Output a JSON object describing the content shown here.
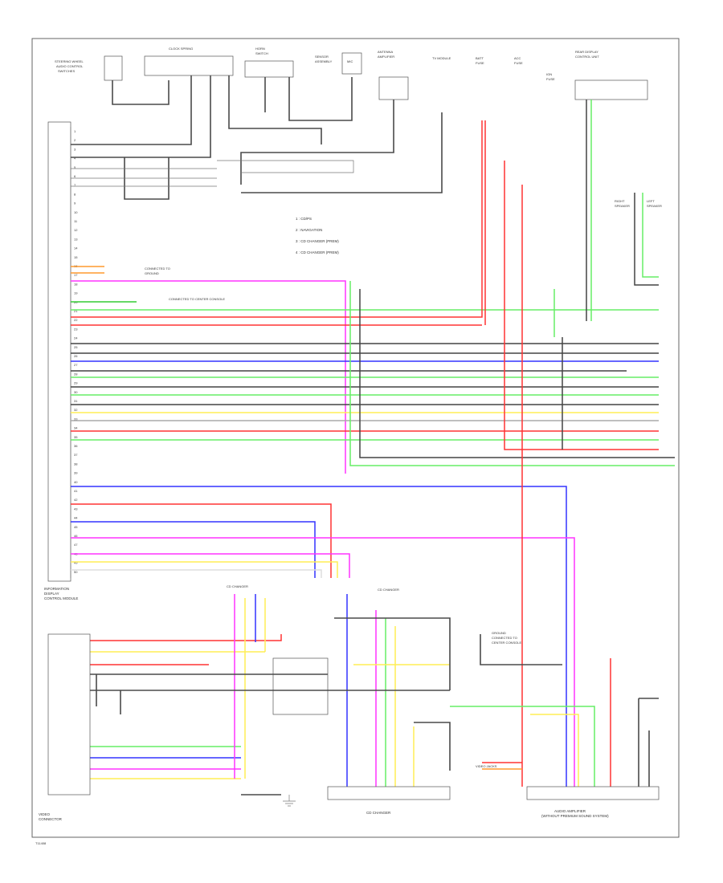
{
  "footer": {
    "code": "T11408"
  },
  "modules": {
    "control_module": [
      "INFORMATION",
      "DISPLAY",
      "CONTROL MODULE"
    ],
    "video_connector": [
      "VIDEO",
      "CONNECTOR"
    ],
    "cd_changer": "CD CHANGER",
    "amplifier": [
      "AUDIO AMPLIFIER",
      "(WITHOUT PREMIUM SOUND SYSTEM)"
    ]
  },
  "legend": [
    "1 : CD/PS",
    "2 : NAVIGATION",
    "3 : CD CHANGER (PREM)",
    "4 : CD CHANGER (PREM)"
  ],
  "top_components": {
    "steering_switch": [
      "STEERING WHEEL",
      "AUDIO CONTROL",
      "SWITCHES"
    ],
    "clockspring": [
      "CLOCK SPRING"
    ],
    "horn_switch": [
      "HORN",
      "SWITCH"
    ],
    "sensor": [
      "SENSOR",
      "ASSEMBLY"
    ],
    "mic": [
      "MIC"
    ],
    "antenna": [
      "ANTENNA",
      "AMPLIFIER"
    ],
    "tv_module": [
      "TV MODULE"
    ],
    "fuse_a": [
      "BATT",
      "FUSE"
    ],
    "fuse_b": [
      "ACC",
      "FUSE"
    ],
    "fuse_c": [
      "IGN",
      "FUSE"
    ],
    "rear_display": [
      "REAR DISPLAY",
      "CONTROL UNIT"
    ]
  },
  "notes": {
    "ground_tv": [
      "CONNECTED TO",
      "GROUND"
    ],
    "connector_center": [
      "CONNECTED TO CENTER CONSOLE"
    ],
    "video_jacks": [
      "VIDEO JACKS"
    ],
    "ground_console": [
      "GROUND",
      "CONNECTED TO",
      "CENTER CONSOLE"
    ],
    "speaker_right": [
      "RIGHT",
      "SPEAKER"
    ],
    "speaker_left": [
      "LEFT",
      "SPEAKER"
    ]
  },
  "changer_labels": {
    "left": "CD CHANGER",
    "right": "CD CHANGER"
  },
  "pins": {
    "left_column": [
      "1",
      "2",
      "3",
      "4",
      "5",
      "6",
      "7",
      "8",
      "9",
      "10",
      "11",
      "12",
      "13",
      "14",
      "15",
      "16",
      "17",
      "18",
      "19",
      "20",
      "21",
      "22",
      "23",
      "24",
      "25",
      "26",
      "27",
      "28",
      "29",
      "30",
      "31",
      "32",
      "33",
      "34",
      "35",
      "36",
      "37",
      "38",
      "39",
      "40",
      "41",
      "42",
      "43",
      "44",
      "45",
      "46",
      "47",
      "48",
      "49",
      "50"
    ],
    "wire_colors": [
      "RED",
      "BLK/WHT",
      "BLU/GRN",
      "GRN/WHT",
      "BLU/YEL",
      "YEL",
      "WHT",
      "RED/BLK",
      "BLU",
      "GRN",
      "GRY",
      "PNK",
      "VIO"
    ]
  }
}
